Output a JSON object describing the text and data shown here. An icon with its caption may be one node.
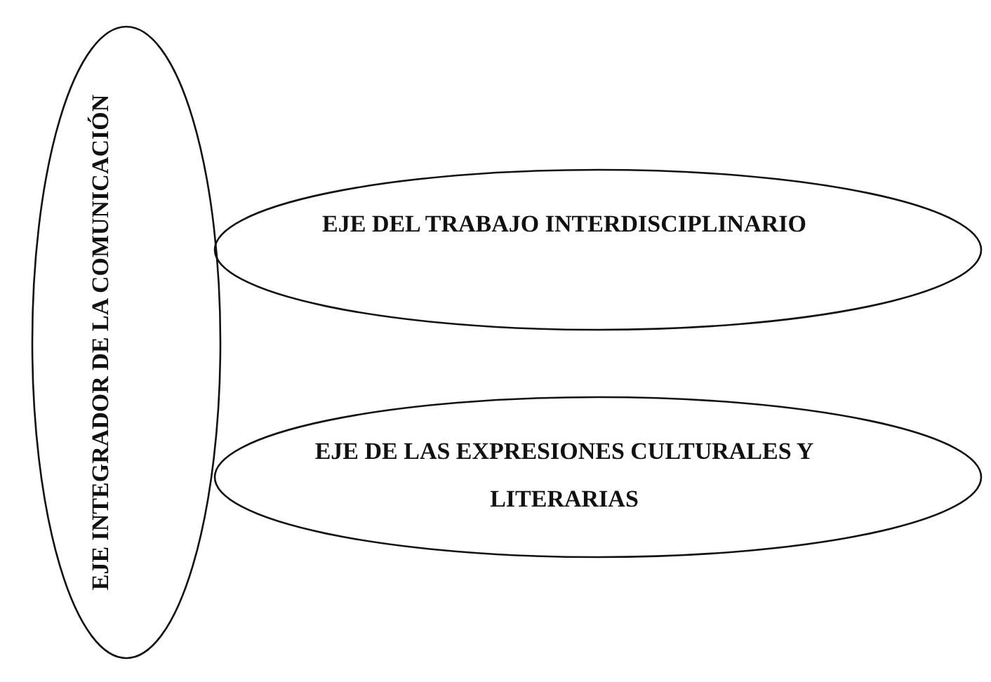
{
  "diagram": {
    "nodes": [
      {
        "text": [
          "EJE INTEGRADOR DE LA COMUNICACIÓN"
        ]
      },
      {
        "text": [
          "EJE DEL TRABAJO INTERDISCIPLINARIO"
        ]
      },
      {
        "text": [
          "EJE DE LAS EXPRESIONES CULTURALES Y LITERARIAS"
        ]
      }
    ]
  }
}
